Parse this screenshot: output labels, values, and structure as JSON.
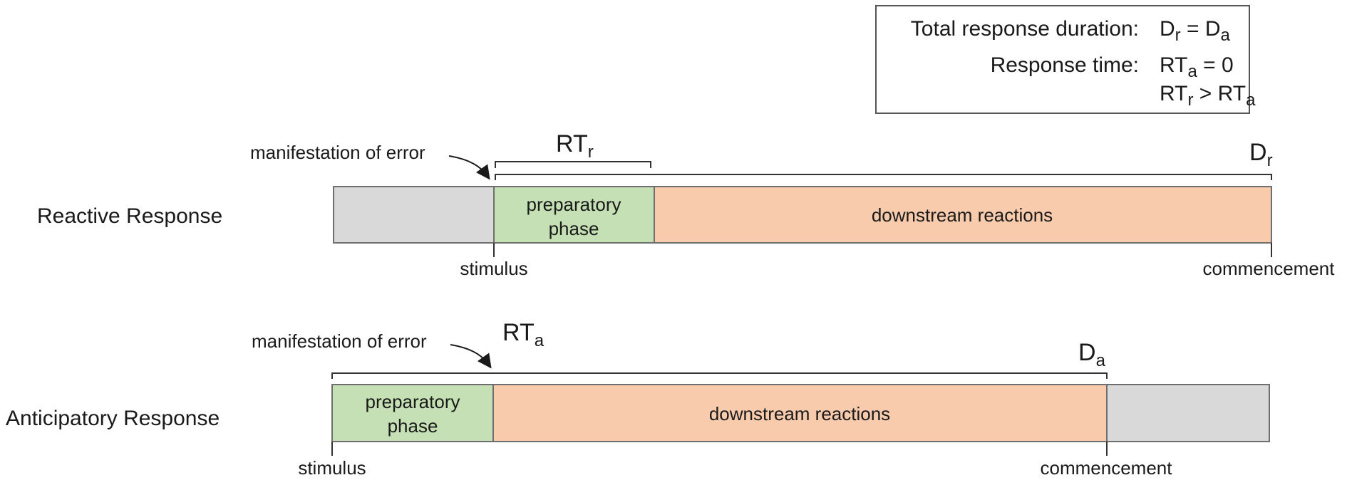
{
  "legend": {
    "duration_label": "Total response duration:",
    "duration_eq": {
      "a": "D",
      "a_sub": "r",
      "op": " = ",
      "b": "D",
      "b_sub": "a"
    },
    "time_label": "Response time:",
    "time_eq1": {
      "a": "RT",
      "a_sub": "a",
      "rest": " = 0"
    },
    "time_eq2": {
      "a": "RT",
      "a_sub": "r",
      "op": " > ",
      "b": "RT",
      "b_sub": "a"
    }
  },
  "reactive": {
    "label": "Reactive Response",
    "manifestation": "manifestation of error",
    "rt_main": "RT",
    "rt_sub": "r",
    "d_main": "D",
    "d_sub": "r",
    "segments": {
      "prep_line1": "preparatory",
      "prep_line2": "phase",
      "downstream": "downstream reactions"
    },
    "stimulus": "stimulus",
    "commencement": "commencement"
  },
  "anticipatory": {
    "label": "Anticipatory Response",
    "manifestation": "manifestation of error",
    "rt_main": "RT",
    "rt_sub": "a",
    "d_main": "D",
    "d_sub": "a",
    "segments": {
      "prep_line1": "preparatory",
      "prep_line2": "phase",
      "downstream": "downstream reactions"
    },
    "stimulus": "stimulus",
    "commencement": "commencement"
  },
  "colors": {
    "idle": "#d9d9d9",
    "preparatory": "#c5e0b4",
    "downstream": "#f8cbad",
    "stroke": "#6e6e6e"
  }
}
